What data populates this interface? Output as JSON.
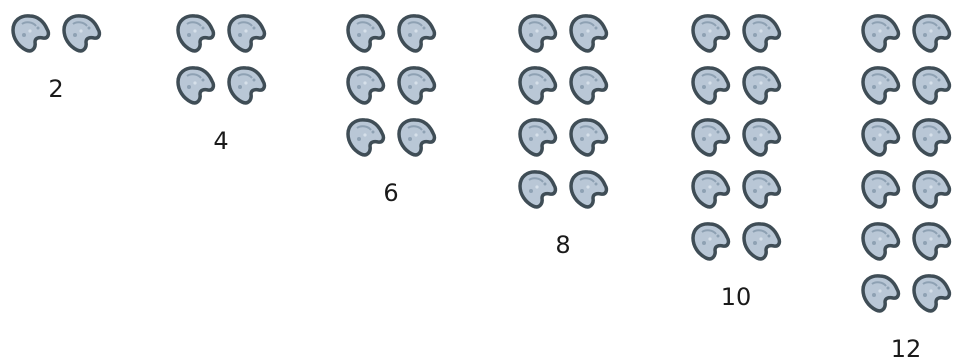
{
  "groups": [
    {
      "label": "2",
      "count": 2
    },
    {
      "label": "4",
      "count": 4
    },
    {
      "label": "6",
      "count": 6
    },
    {
      "label": "8",
      "count": 8
    },
    {
      "label": "10",
      "count": 10
    },
    {
      "label": "12",
      "count": 12
    }
  ],
  "icon": "kidney-bean-icon",
  "colors": {
    "seed_fill": "#b9c7d6",
    "seed_outline": "#3f4d56",
    "seed_shade": "#8ea1b3"
  }
}
